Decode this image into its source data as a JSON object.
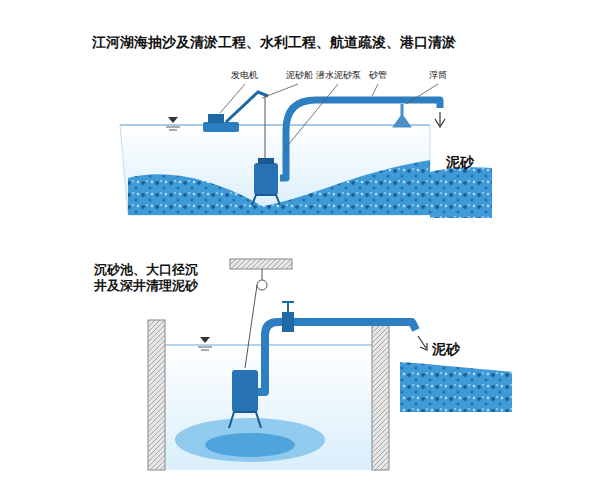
{
  "diagram": {
    "title": "江河湖海抽沙及清淤工程、水利工程、航道疏浚、港口清淤",
    "labels": [
      "发电机",
      "泥砂船",
      "潜水泥砂泵",
      "砂管",
      "浮筒",
      "泥砂",
      "沉砂池、大口径沉井及深井清理泥砂",
      "泥砂"
    ]
  }
}
